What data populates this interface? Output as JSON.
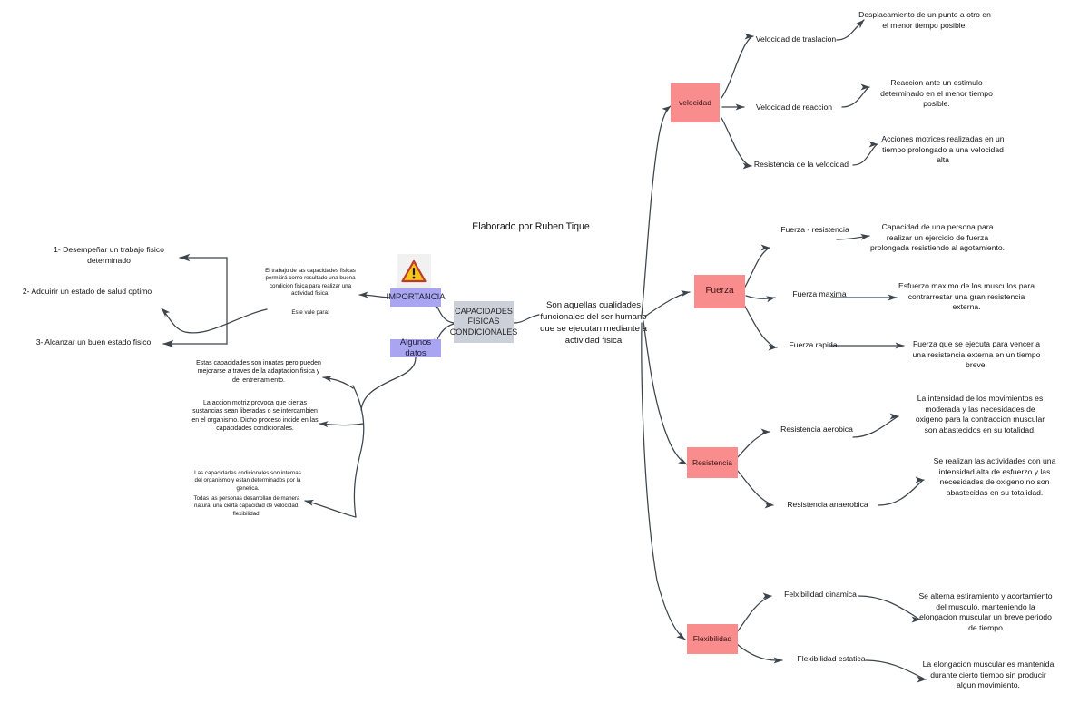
{
  "meta": {
    "author_note": "Elaborado por Ruben Tique",
    "colors": {
      "accent_red": "#f98c8c",
      "accent_purple": "#aaa5f0",
      "center_gray": "#ccd1d9",
      "line": "#3c444c",
      "warning_fill": "#f5c518",
      "warning_stroke": "#c0392b"
    }
  },
  "center": {
    "title": "CAPACIDADES FISICAS CONDICIONALES",
    "definition": "Son aquellas cualidades funcionales del ser humano que se ejecutan mediante a actividad fisica"
  },
  "left": {
    "importancia": {
      "label": "IMPORTANCIA",
      "intro": "El trabajo de las capacidades fisicas permitirá como resultado una buena condición fisica para realizar una actividad fisica:",
      "subintro": "Este vale para:",
      "items": [
        "1- Desempeñar un trabajo fisico determinado",
        "2- Adquirir un estado de salud optimo",
        "3- Alcanzar un buen estado fisico"
      ]
    },
    "algunos_datos": {
      "label": "Algunos datos",
      "notes": [
        "Estas capacidades son innatas pero pueden mejorarse a traves de la adaptacion fisica y del entrenamiento.",
        "La accion motriz provoca que ciertas sustancias sean liberadas o se intercambien en el organismo. Dicho proceso incide en las capacidades condicionales.",
        "Las capacidades cndicionales son internas del organismo y estan determinados por la genetica.",
        "Todas las personas desarrollan de manera natural una cierta capacidad de velocidad, flexibilidad."
      ]
    }
  },
  "branches": [
    {
      "id": "velocidad",
      "label": "velocidad",
      "children": [
        {
          "label": "Velocidad de traslacion",
          "desc": "Desplacamiento de un punto a otro en el menor tiempo posible."
        },
        {
          "label": "Velocidad de reaccion",
          "desc": "Reaccion ante un estimulo determinado en el menor tiempo posible."
        },
        {
          "label": "Resistencia de la velocidad",
          "desc": "Acciones motrices realizadas en un tiempo prolongado a una velocidad alta"
        }
      ]
    },
    {
      "id": "fuerza",
      "label": "Fuerza",
      "children": [
        {
          "label": "Fuerza - resistencia",
          "desc": "Capacidad de una persona para realizar un ejercicio de fuerza prolongada resistiendo al agotamiento."
        },
        {
          "label": "Fuerza maxima",
          "desc": "Esfuerzo maximo de los musculos para contrarrestar una gran resistencia externa."
        },
        {
          "label": "Fuerza rapida",
          "desc": "Fuerza que se ejecuta para vencer a una resistencia externa en un tiempo breve."
        }
      ]
    },
    {
      "id": "resistencia",
      "label": "Resistencia",
      "children": [
        {
          "label": "Resistencia aerobica",
          "desc": "La intensidad de los movimientos es moderada y las necesidades de oxigeno para la contraccion muscular son abastecidos en su totalidad."
        },
        {
          "label": "Resistencia anaerobica",
          "desc": "Se realizan las actividades con una intensidad alta de esfuerzo y las necesidades de oxigeno no son abastecidas en su totalidad."
        }
      ]
    },
    {
      "id": "flexibilidad",
      "label": "Flexibilidad",
      "children": [
        {
          "label": "Felxibilidad dinamica",
          "desc": "Se alterna estiramiento y acortamiento del musculo, manteniendo la elongacion muscular un breve periodo de tiempo"
        },
        {
          "label": "Flexibilidad estatica",
          "desc": "La elongacion muscular es mantenida durante cierto tiempo sin producir algun movimiento."
        }
      ]
    }
  ]
}
